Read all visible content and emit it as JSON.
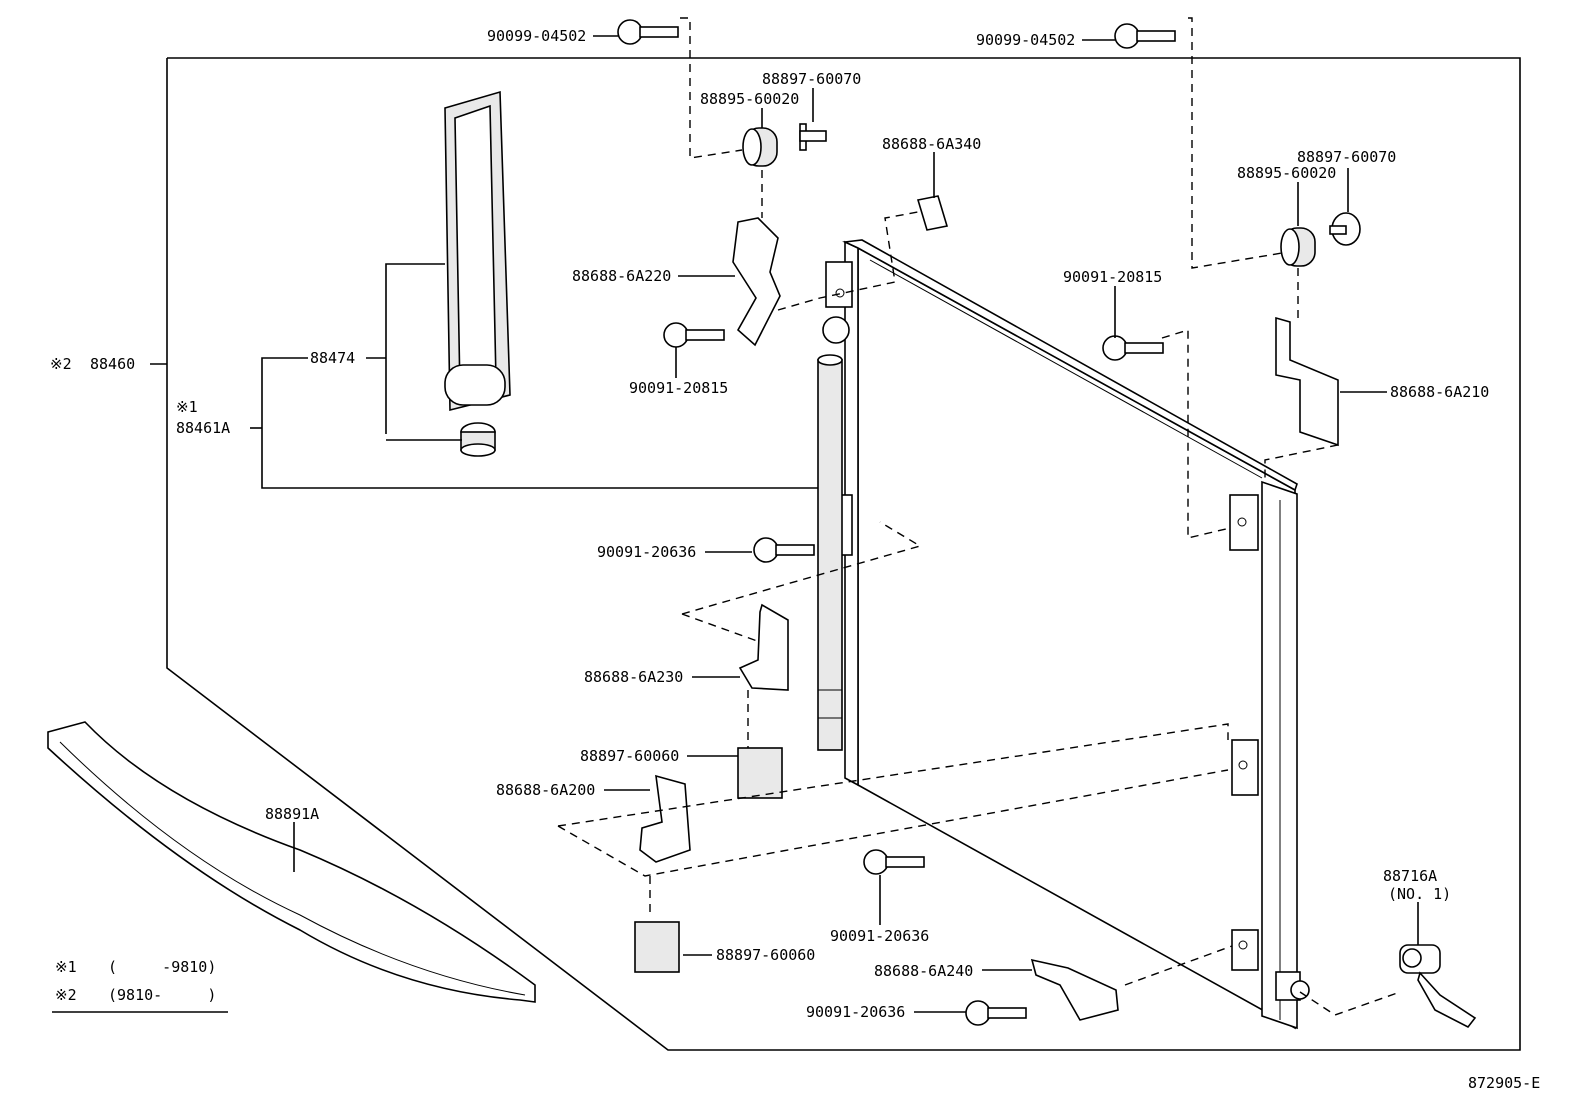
{
  "diagram": {
    "labels": {
      "bolt_top_left": "90099-04502",
      "bolt_top_right": "90099-04502",
      "washer_top_left": "88897-60070",
      "cushion_top_left": "88895-60020",
      "washer_top_right": "88897-60070",
      "cushion_top_right": "88895-60020",
      "clip_top": "88688-6A340",
      "bracket_upper_left": "88688-6A220",
      "bolt_upper_left": "90091-20815",
      "bolt_upper_right": "90091-20815",
      "bracket_upper_right": "88688-6A210",
      "condenser_assy": "88460",
      "condenser_mark": "※2",
      "receiver_assy": "88461A",
      "receiver_mark": "※1",
      "receiver_tank": "88474",
      "bolt_mid_left": "90091-20636",
      "bracket_mid_left": "88688-6A230",
      "cushion_mid": "88897-60060",
      "bracket_lower_left": "88688-6A200",
      "cushion_bottom": "88897-60060",
      "bolt_lower_mid": "90091-20636",
      "bracket_bottom": "88688-6A240",
      "bolt_bottom": "90091-20636",
      "seal": "88891A",
      "pressure_switch": "88716A",
      "pressure_switch_sub": "(NO. 1)",
      "diagram_code": "872905-E"
    },
    "legend": {
      "row1_mark": "※1",
      "row1_text": "(     -9810)",
      "row2_mark": "※2",
      "row2_text": "(9810-     )"
    }
  }
}
